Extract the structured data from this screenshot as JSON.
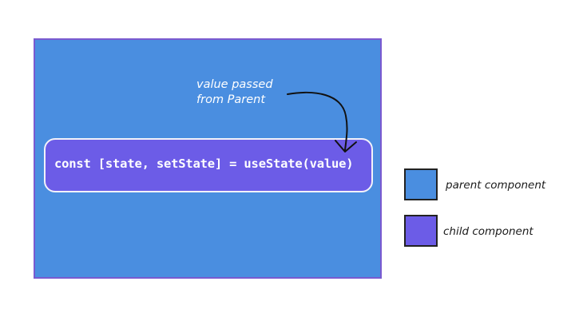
{
  "diagram": {
    "code": "const [state, setState] = useState(value)",
    "annotation": {
      "line1": "value passed",
      "line2": "from Parent"
    }
  },
  "legend": {
    "items": [
      {
        "label": "parent component",
        "color": "#4a8ee0"
      },
      {
        "label": "child component",
        "color": "#6c5ce7"
      }
    ]
  },
  "colors": {
    "parent": "#4a8ee0",
    "child": "#6c5ce7",
    "parent_border": "#7a5ad0",
    "arrow": "#111111"
  },
  "icons": {
    "arrow": "curved-arrow-icon"
  }
}
